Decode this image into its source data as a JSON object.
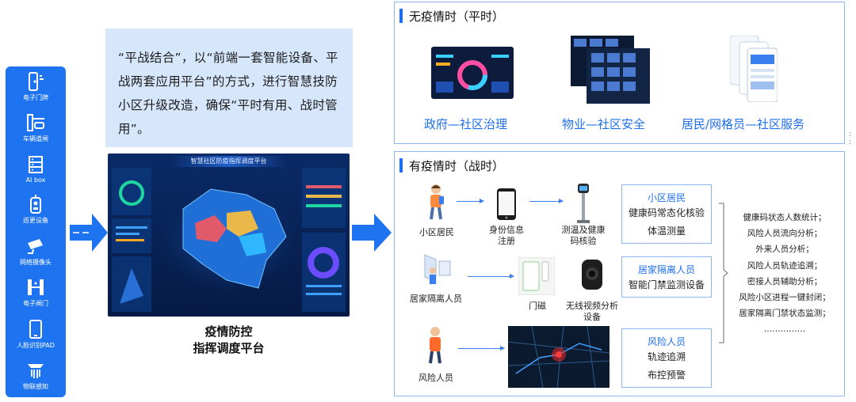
{
  "sidebar": {
    "devices": [
      {
        "icon": "door-lock-icon",
        "label": "电子门牌"
      },
      {
        "icon": "vehicle-gate-icon",
        "label": "车辆道闸"
      },
      {
        "icon": "ai-box-icon",
        "label": "AI box"
      },
      {
        "icon": "patrol-device-icon",
        "label": "巡更设备"
      },
      {
        "icon": "camera-icon",
        "label": "网络摄像头"
      },
      {
        "icon": "electronic-gate-icon",
        "label": "电子闸门"
      },
      {
        "icon": "face-pad-icon",
        "label": "人脸识别PAD"
      },
      {
        "icon": "iot-sensor-icon",
        "label": "物联感知"
      }
    ]
  },
  "quote": "“平战结合”，以“前端一套智能设备、平战两套应用平台”的方式，进行智慧技防小区升级改造，确保“平时有用、战时管用”。",
  "platform": {
    "screen_title": "智慧社区防疫指挥调度平台",
    "caption_line1": "疫情防控",
    "caption_line2": "指挥调度平台"
  },
  "no_epidemic": {
    "title": "无疫情时（平时）",
    "items": [
      "政府—社区治理",
      "物业—社区安全",
      "居民/网格员—社区服务"
    ]
  },
  "epidemic": {
    "title": "有疫情时（战时）",
    "row1": {
      "person": "小区居民",
      "step1": "身份信息\n注册",
      "step2": "测温及健康\n码核验"
    },
    "row2": {
      "person": "居家隔离人员",
      "step1": "门磁",
      "step2": "无线视频分析\n设备"
    },
    "row3": {
      "person": "风险人员"
    },
    "boxes": [
      {
        "title": "小区居民",
        "lines": [
          "健康码常态化核验",
          "体温测量"
        ]
      },
      {
        "title": "居家隔离人员",
        "lines": [
          "智能门禁监测设备"
        ]
      },
      {
        "title": "风险人员",
        "lines": [
          "轨迹追溯",
          "布控预警"
        ]
      }
    ],
    "functions": [
      "健康码状态人数统计；",
      "风险人员流向分析；",
      "外来人员分析；",
      "风险人员轨迹追溯；",
      "密接人员辅助分析；",
      "风险小区进程一键封闭；",
      "居家隔离门禁状态监测；",
      "……………"
    ]
  },
  "colors": {
    "accent": "#1e6ff0",
    "sidebar": "#1e74f0",
    "quote_bg": "#d6e6fb"
  }
}
